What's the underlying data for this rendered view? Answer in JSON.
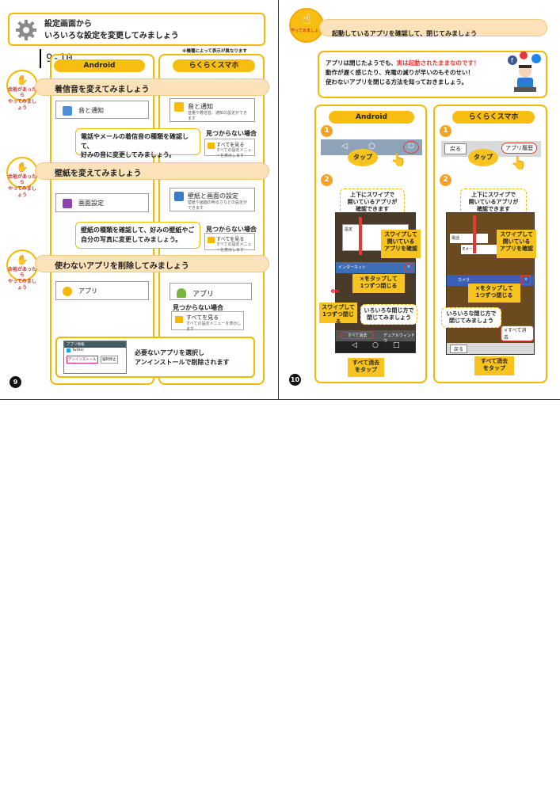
{
  "page_range_label": "9-10",
  "left": {
    "header_title": "設定画面から\nいろいろな設定を変更してみましょう",
    "device_note": "※機種によって表示が異なります",
    "col_android": "Android",
    "col_raku": "らくらくスマホ",
    "badge_text": "余裕があったら\nやってみましょう",
    "sections": [
      {
        "title": "着信音を変えてみましょう",
        "android_setting": "音と通知",
        "raku_setting": "音と通知",
        "raku_setting_desc": "音量や着信音、通知の設定ができます",
        "note": "電話やメールの着信音の種類を確認して、\n好みの音に変更してみましょう。",
        "not_found": "見つからない場合",
        "see_all": "すべてを見る",
        "see_all_desc": "すべての設定メニューを表示します"
      },
      {
        "title": "壁紙を変えてみましょう",
        "android_setting": "画面設定",
        "raku_setting": "壁紙と画面の設定",
        "raku_setting_desc": "壁紙や画面の明るさなどの設定ができます",
        "note": "壁紙の種類を確認して、好みの壁紙やご\n自分の写真に変更してみましょう。",
        "not_found": "見つからない場合",
        "see_all": "すべてを見る",
        "see_all_desc": "すべての設定メニューを表示します"
      },
      {
        "title": "使わないアプリを削除してみましょう",
        "android_setting": "アプリ",
        "raku_setting": "アプリ",
        "not_found": "見つからない場合",
        "see_all": "すべてを見る",
        "see_all_desc": "すべての設定メニューを表示します",
        "note": "必要ないアプリを選択し\nアンインストールで削除されます",
        "mini_title": "アプリ情報",
        "mini_app": "Twitter",
        "mini_btn1": "アンインストール",
        "mini_btn2": "強制停止"
      }
    ],
    "page_num": "9"
  },
  "right": {
    "badge_text": "やってみましょう",
    "header_title": "起動しているアプリを確認して、閉じてみましょう",
    "intro_line1_a": "アプリは閉じたようでも、",
    "intro_line1_red": "実は起動されたままなのです！",
    "intro_line2": "動作が遅く感じたり、充電の減りが早いのもそのせい！",
    "intro_line3": "使わないアプリを閉じる方法を知っておきましょう。",
    "col_android": "Android",
    "col_raku": "らくらくスマホ",
    "step1": "1",
    "step2": "2",
    "tap": "タップ",
    "raku_back": "戻る",
    "raku_history": "アプリ履歴",
    "swipe_updown": "上下にスワイプで\n開いているアプリが\n確認できます",
    "swipe_check": "スワイプして\n開いている\nアプリを確認",
    "x_tap_close": "×をタップして\n1つずつ閉じる",
    "swipe_close": "スワイプして\n1つずつ閉じる",
    "various_close": "いろいろな閉じ方で\n閉じてみましょう",
    "clear_all": "すべて消去",
    "dual_window": "デュアルウィンドウ",
    "clear_all_tap": "すべて消去\nをタップ",
    "app_settings": "設定",
    "app_internet": "インターネット",
    "app_email": "Eメール",
    "app_camera": "カメラ",
    "app_phone": "電話",
    "raku_clear_all": "×すべて消去",
    "page_num": "10"
  }
}
